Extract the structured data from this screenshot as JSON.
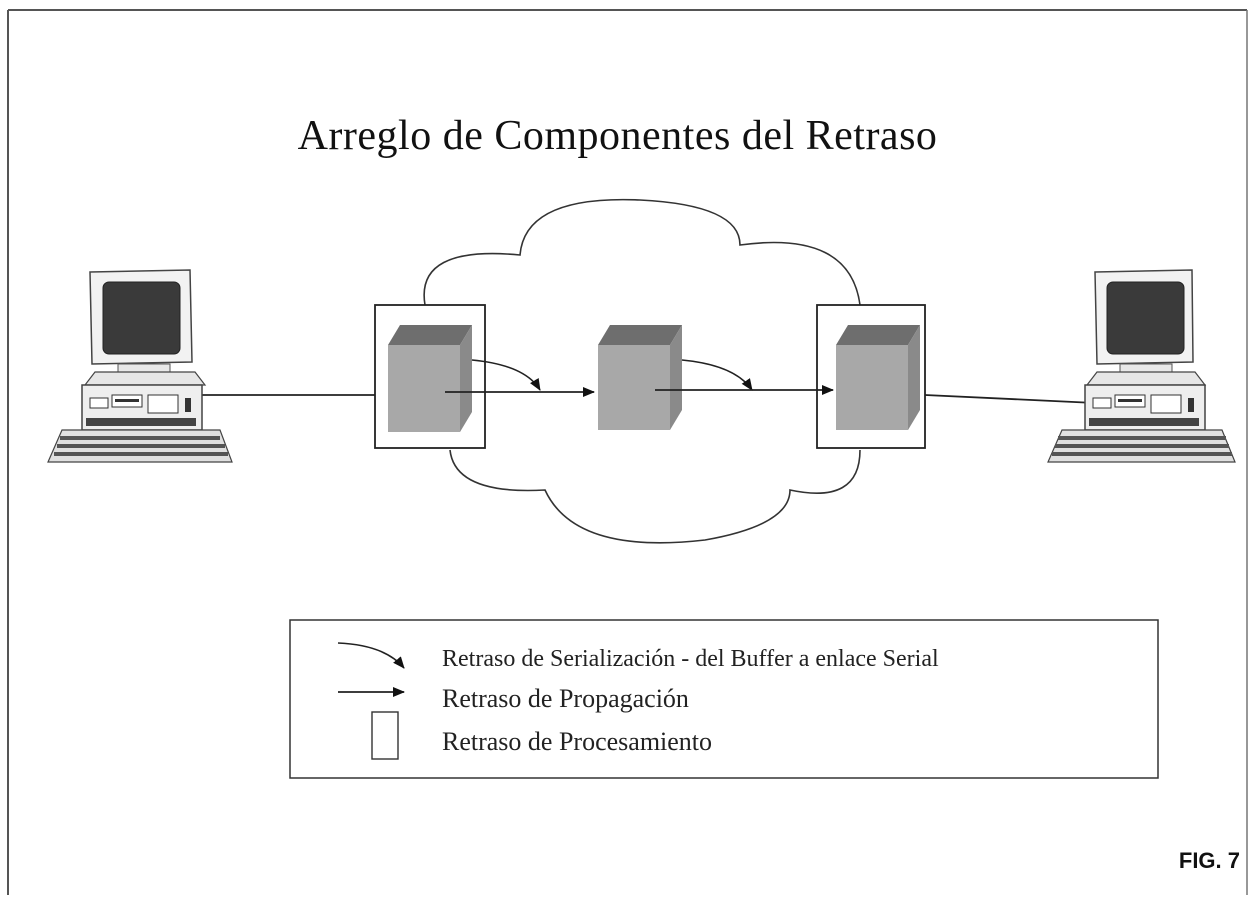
{
  "diagram": {
    "title": "Arreglo de Componentes del Retraso",
    "nodes": [
      {
        "id": "computer-left",
        "kind": "workstation"
      },
      {
        "id": "router-1",
        "kind": "router",
        "framed": true
      },
      {
        "id": "router-2",
        "kind": "router",
        "framed": false
      },
      {
        "id": "router-3",
        "kind": "router",
        "framed": true
      },
      {
        "id": "computer-right",
        "kind": "workstation"
      }
    ],
    "edges": [
      {
        "from": "computer-left",
        "to": "router-1",
        "kind": "link"
      },
      {
        "from": "router-1",
        "to": "router-2",
        "kind": "propagation"
      },
      {
        "from": "router-2",
        "to": "router-3",
        "kind": "propagation"
      },
      {
        "from": "router-3",
        "to": "computer-right",
        "kind": "link"
      }
    ],
    "network": "cloud"
  },
  "legend": {
    "items": [
      {
        "symbol": "curved-arrow-icon",
        "label": "Retraso de Serialización - del Buffer a enlace Serial"
      },
      {
        "symbol": "straight-arrow-icon",
        "label": "Retraso de Propagación"
      },
      {
        "symbol": "box-icon",
        "label": "Retraso de Procesamiento"
      }
    ]
  },
  "figure_label": "FIG. 7",
  "colors": {
    "cube_front": "#a8a8a8",
    "cube_top": "#6e6e6e",
    "cube_side": "#8a8a8a",
    "monitor_screen": "#3a3a3a",
    "line": "#222222"
  }
}
